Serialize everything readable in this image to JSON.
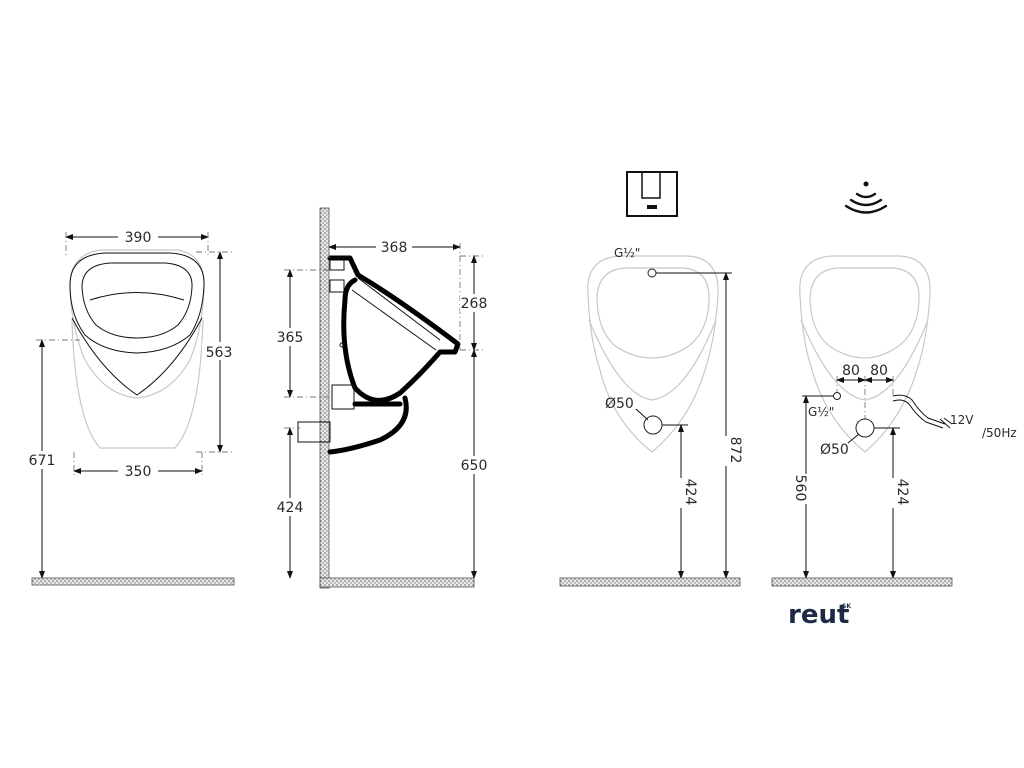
{
  "front_view": {
    "width_top": "390",
    "width_bottom": "350",
    "depth": "563",
    "height_rim": "671"
  },
  "side_view": {
    "projection": "368",
    "top_section": "268",
    "upper_height": "365",
    "lower_height": "424",
    "total_height": "650"
  },
  "button_variant": {
    "inlet_label": "G½\"",
    "outlet_label": "Ø50",
    "outlet_height": "424",
    "inlet_height": "872"
  },
  "sensor_variant": {
    "offset_left": "80",
    "offset_right": "80",
    "inlet_label": "G½\"",
    "outlet_label": "Ø50",
    "power_voltage": "12V",
    "power_frequency": "/50Hz",
    "inlet_height": "560",
    "outlet_height": "424"
  },
  "brand": {
    "name": "reut",
    "superscript": "SK"
  }
}
